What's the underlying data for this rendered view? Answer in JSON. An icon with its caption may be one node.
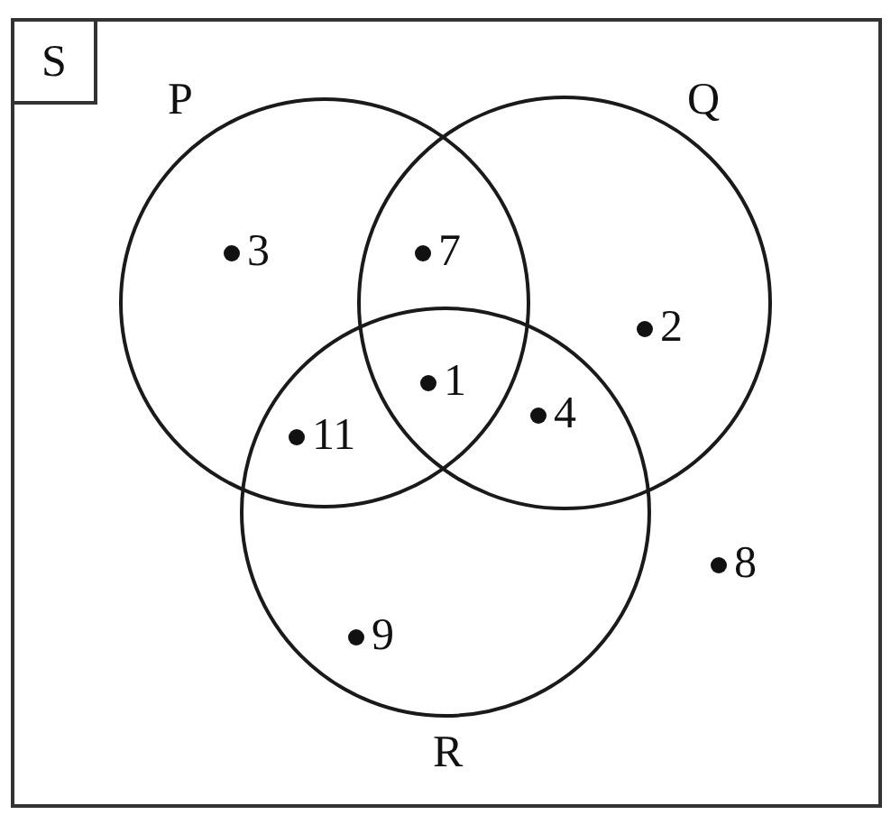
{
  "diagram": {
    "nodes": [
      {
        "text": [
          "S"
        ]
      },
      {
        "text": [
          "P"
        ],
        "in": 0
      },
      {
        "text": [
          "Q"
        ],
        "in": 0
      },
      {
        "text": [
          "R"
        ],
        "in": 0
      }
    ],
    "labels": [
      "3",
      "7",
      "2",
      "1",
      "4",
      "11",
      "8",
      "9"
    ]
  }
}
